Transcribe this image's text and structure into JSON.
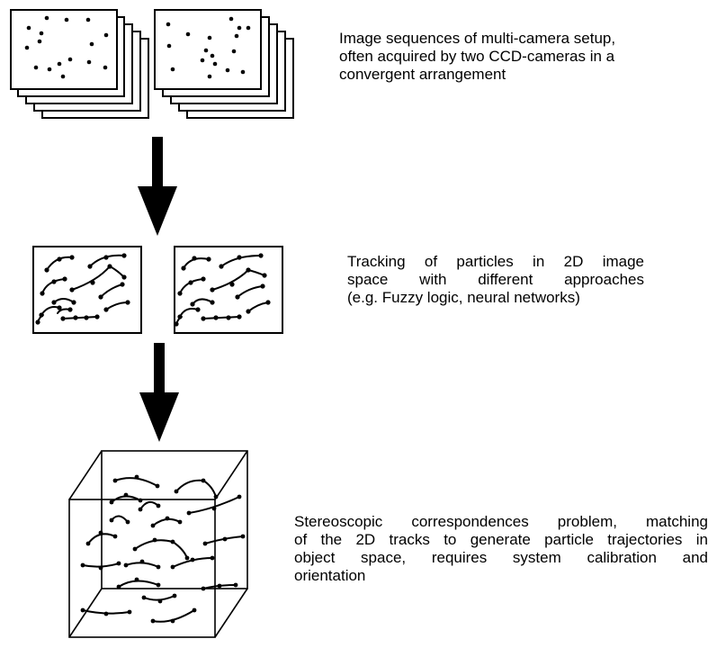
{
  "steps": [
    {
      "caption_lines": [
        "Image sequences of multi-camera setup,",
        "often acquired by two CCD-cameras in a",
        "convergent arrangement"
      ]
    },
    {
      "caption_lines": [
        "Tracking of particles in 2D image",
        "space with different approaches",
        "(e.g. Fuzzy logic, neural networks)"
      ]
    },
    {
      "caption_lines": [
        "Stereoscopic correspondences problem, matching",
        "of the 2D tracks to generate particle trajectories in",
        "object space, requires system calibration and",
        "orientation"
      ]
    }
  ]
}
